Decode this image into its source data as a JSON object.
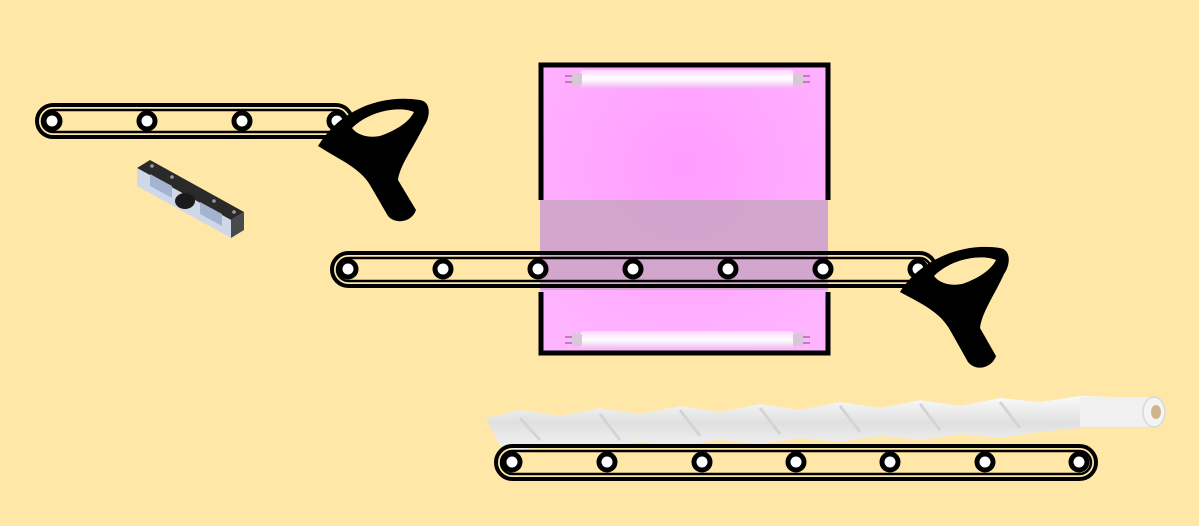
{
  "scene": {
    "background": "#ffe7a8",
    "uv_glow": "#ffb0ff",
    "tube_color": "#ffffff",
    "belt_color": "#000000",
    "belt_fill": "#fff0c8",
    "roll_color": "#ececec"
  },
  "components": {
    "upper_left_conveyor": {
      "icon": "conveyor-belt-icon",
      "roller_count": 4
    },
    "middle_conveyor": {
      "icon": "conveyor-belt-icon",
      "roller_count": 7
    },
    "bottom_conveyor": {
      "icon": "conveyor-belt-icon",
      "roller_count": 7
    },
    "upper_funnel": {
      "icon": "funnel-icon"
    },
    "lower_funnel": {
      "icon": "funnel-icon"
    },
    "uv_chamber": {
      "icon": "uv-lamp-chamber-icon",
      "lamp_count": 2
    },
    "sensor_part": {
      "icon": "sensor-block-icon"
    },
    "paper_roll": {
      "icon": "paper-roll-icon"
    }
  }
}
